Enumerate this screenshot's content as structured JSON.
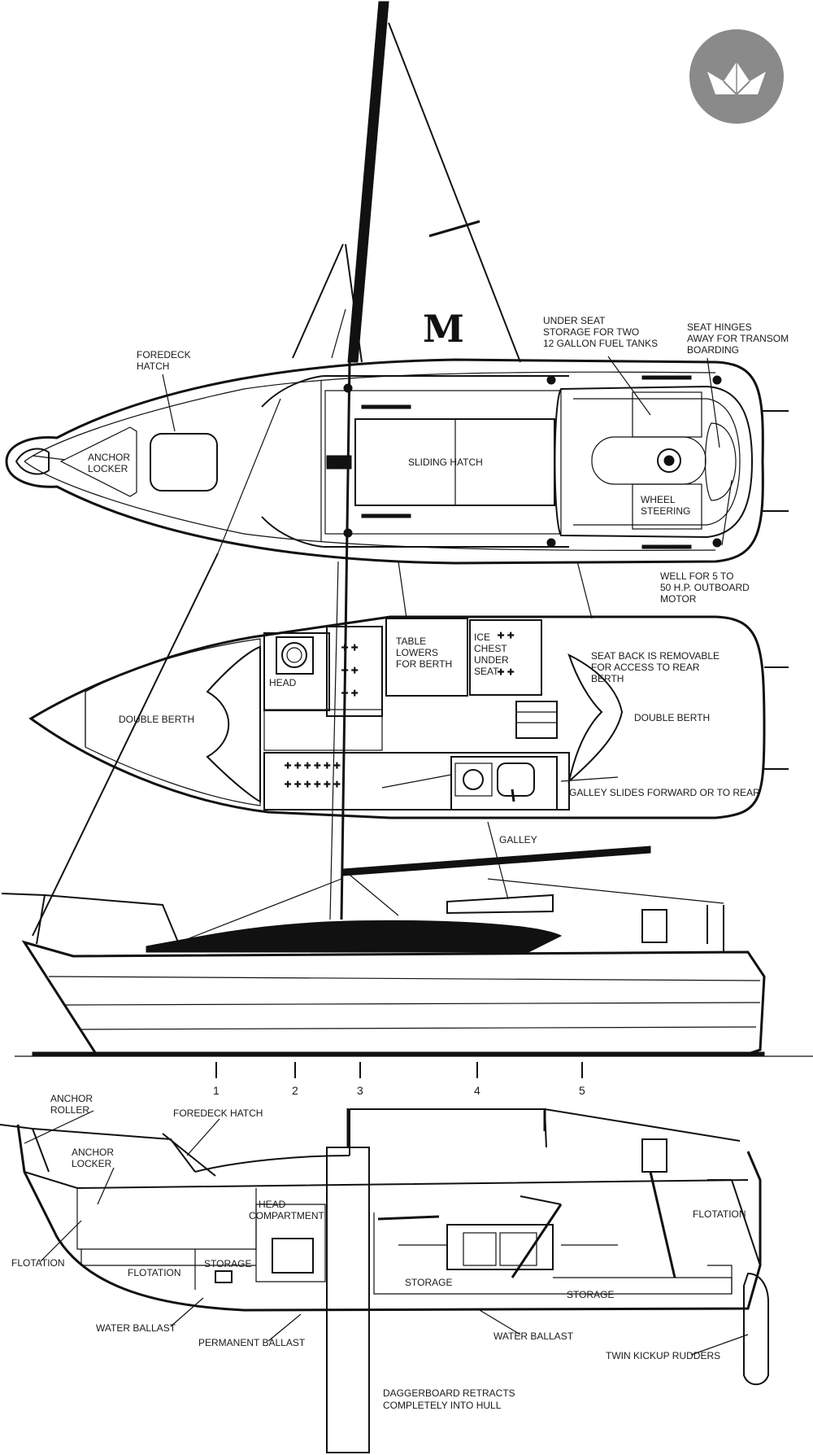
{
  "colors": {
    "ink": "#111111",
    "background": "#ffffff",
    "logo_badge": "#8a8a8a"
  },
  "logo": {
    "icon": "paper-boat-icon",
    "mast_letter": "M"
  },
  "deck_plan": {
    "foredeck_hatch": [
      "FOREDECK",
      "HATCH"
    ],
    "anchor_locker": [
      "ANCHOR",
      "LOCKER"
    ],
    "sliding_hatch": "SLIDING HATCH",
    "under_seat_storage": [
      "UNDER SEAT",
      "STORAGE FOR TWO",
      "12 GALLON FUEL TANKS"
    ],
    "seat_hinges": [
      "SEAT HINGES",
      "AWAY FOR TRANSOM",
      "BOARDING"
    ],
    "wheel_steering": [
      "WHEEL",
      "STEERING"
    ],
    "outboard_well": [
      "WELL FOR 5 TO",
      "50 H.P. OUTBOARD",
      "MOTOR"
    ]
  },
  "cabin_plan": {
    "head": "HEAD",
    "double_berth_fwd": "DOUBLE BERTH",
    "table": [
      "TABLE",
      "LOWERS",
      "FOR BERTH"
    ],
    "ice_chest": [
      "ICE",
      "CHEST",
      "UNDER",
      "SEAT"
    ],
    "seat_back": [
      "SEAT BACK IS REMOVABLE",
      "FOR ACCESS TO REAR",
      "BERTH"
    ],
    "double_berth_aft": "DOUBLE BERTH",
    "galley_slides": "GALLEY SLIDES FORWARD OR TO REAR",
    "galley": "GALLEY"
  },
  "stations": [
    "1",
    "2",
    "3",
    "4",
    "5"
  ],
  "profile": {
    "anchor_roller": [
      "ANCHOR",
      "ROLLER"
    ],
    "foredeck_hatch": "FOREDECK HATCH",
    "anchor_locker": [
      "ANCHOR",
      "LOCKER"
    ],
    "head_compartment": [
      "HEAD",
      "COMPARTMENT"
    ],
    "flotation_aft": "FLOTATION",
    "flotation_bow": "FLOTATION",
    "flotation_mid": "FLOTATION",
    "storage_fwd": "STORAGE",
    "storage_mid": "STORAGE",
    "storage_aft": "STORAGE",
    "water_ballast_fwd": "WATER BALLAST",
    "permanent_ballast": "PERMANENT BALLAST",
    "water_ballast_aft": "WATER BALLAST",
    "twin_rudders": "TWIN KICKUP RUDDERS",
    "daggerboard": [
      "DAGGERBOARD RETRACTS",
      "COMPLETELY INTO HULL"
    ]
  }
}
